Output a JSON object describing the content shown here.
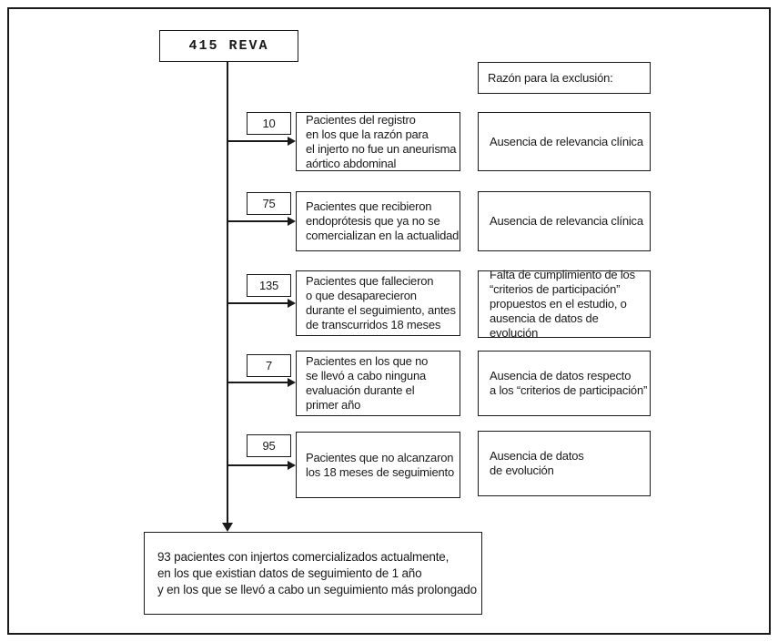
{
  "title_box": "415 REVA",
  "reason_header": "Razón para la exclusión:",
  "rows": [
    {
      "count": "10",
      "description": "Pacientes del registro\nen los que la razón para\nel injerto no fue un aneurisma\naórtico abdominal",
      "reason": "Ausencia de relevancia clínica"
    },
    {
      "count": "75",
      "description": "Pacientes que recibieron\nendoprótesis que ya no se\ncomercializan en la actualidad",
      "reason": "Ausencia de relevancia clínica"
    },
    {
      "count": "135",
      "description": "Pacientes que fallecieron\no que desaparecieron\ndurante el seguimiento, antes\nde transcurridos 18 meses",
      "reason": "Falta de cumplimiento de los\n“criterios de participación”\npropuestos en el estudio, o\nausencia de datos de evolución"
    },
    {
      "count": "7",
      "description": "Pacientes en los que no\nse llevó a cabo ninguna\nevaluación durante el\nprimer año",
      "reason": "Ausencia de datos respecto\na los “criterios de participación”"
    },
    {
      "count": "95",
      "description": "Pacientes que no alcanzaron\nlos 18 meses de seguimiento",
      "reason": "Ausencia de datos\nde evolución"
    }
  ],
  "final_box": "93 pacientes con injertos comercializados actualmente,\nen los que existian datos de seguimiento de 1 año\ny en los que se llevó a cabo un seguimiento más prolongado"
}
